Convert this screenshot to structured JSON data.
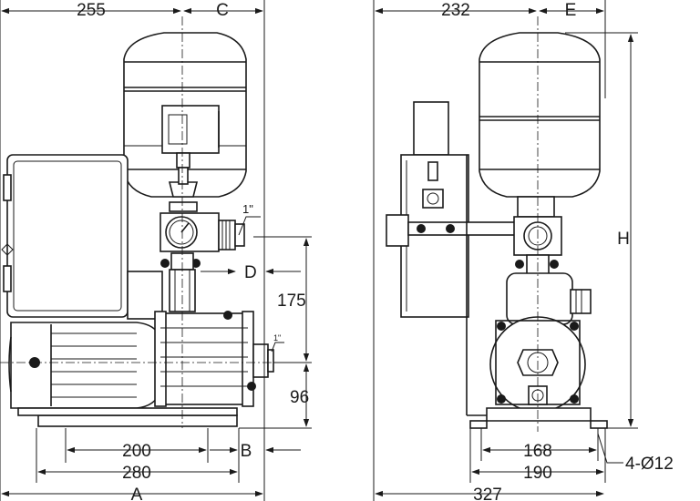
{
  "dimensions": {
    "front_top_width": "255",
    "front_top_offset": "C",
    "side_top_width": "232",
    "side_top_offset": "E",
    "outlet_thread": "1\"",
    "inlet_thread": "1\"",
    "outlet_height_dim": "D",
    "center_to_outlet": "175",
    "inlet_height": "96",
    "base_inner": "200",
    "base_outer": "280",
    "base_offset": "B",
    "overall_length": "A",
    "side_base_inner": "168",
    "side_base_outer": "190",
    "side_overall": "327",
    "overall_height": "H",
    "mounting_holes": "4-Ø12"
  }
}
